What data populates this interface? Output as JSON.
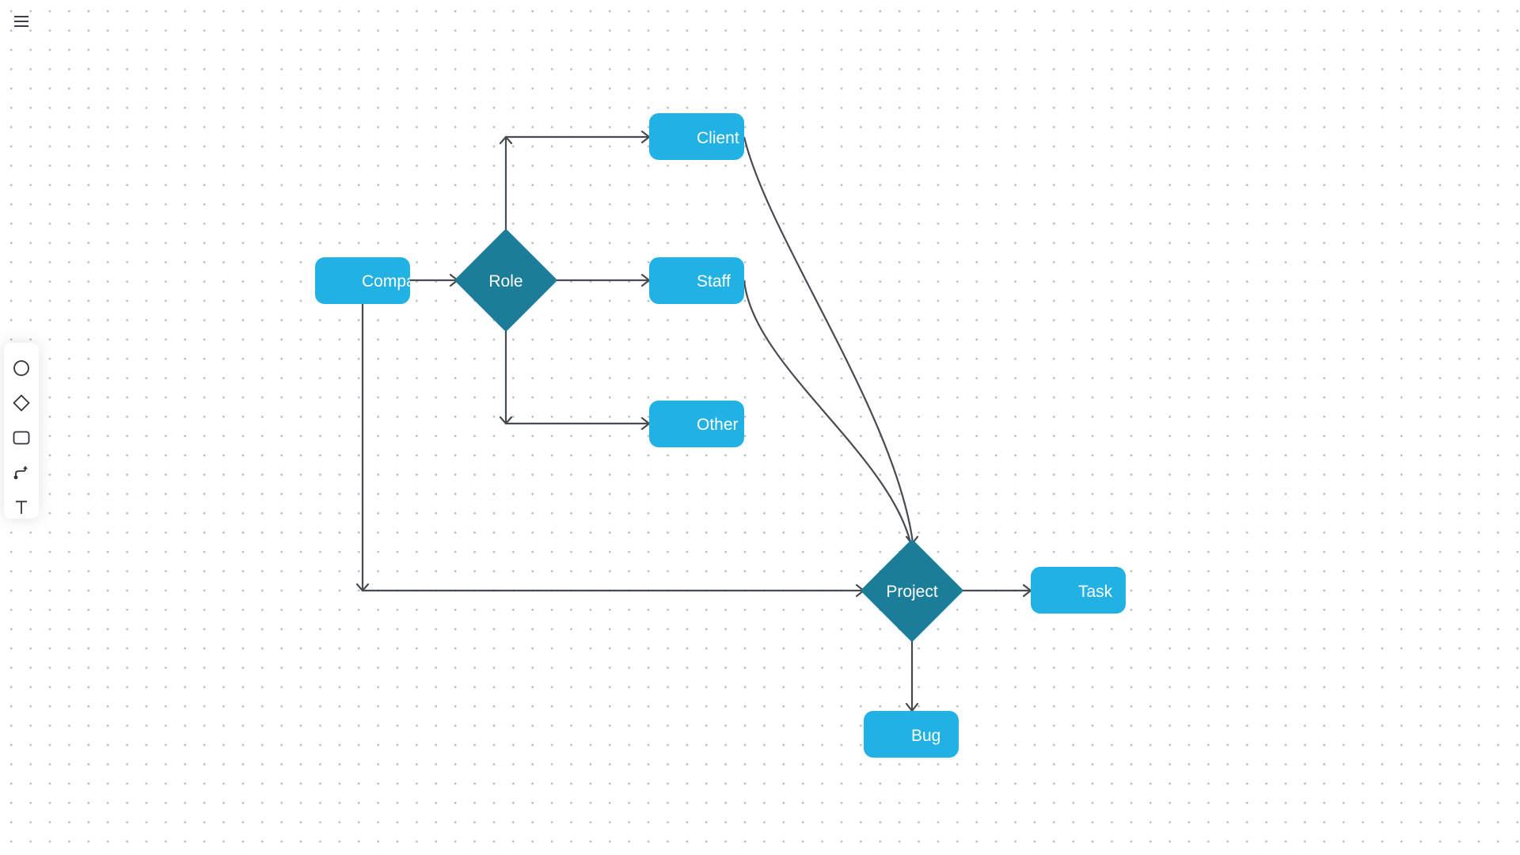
{
  "menu": {
    "icon": "hamburger-menu-icon"
  },
  "toolbar": {
    "tools": [
      {
        "name": "circle",
        "icon": "circle-icon"
      },
      {
        "name": "diamond",
        "icon": "diamond-icon"
      },
      {
        "name": "rectangle",
        "icon": "rectangle-icon"
      },
      {
        "name": "connector",
        "icon": "connector-icon"
      },
      {
        "name": "text",
        "icon": "text-icon"
      }
    ]
  },
  "diagram": {
    "nodes": {
      "company": "Company",
      "role": "Role",
      "client": "Client",
      "staff": "Staff",
      "other": "Other",
      "project": "Project",
      "task": "Task",
      "bug": "Bug"
    },
    "edges": [
      [
        "company",
        "role"
      ],
      [
        "role",
        "client"
      ],
      [
        "role",
        "staff"
      ],
      [
        "role",
        "other"
      ],
      [
        "client",
        "project"
      ],
      [
        "staff",
        "project"
      ],
      [
        "company",
        "project"
      ],
      [
        "project",
        "task"
      ],
      [
        "project",
        "bug"
      ]
    ]
  },
  "colors": {
    "entity": "#22b1e3",
    "decision": "#1c7d99",
    "edge": "#464b52",
    "dot_grid": "#b9bec5"
  }
}
